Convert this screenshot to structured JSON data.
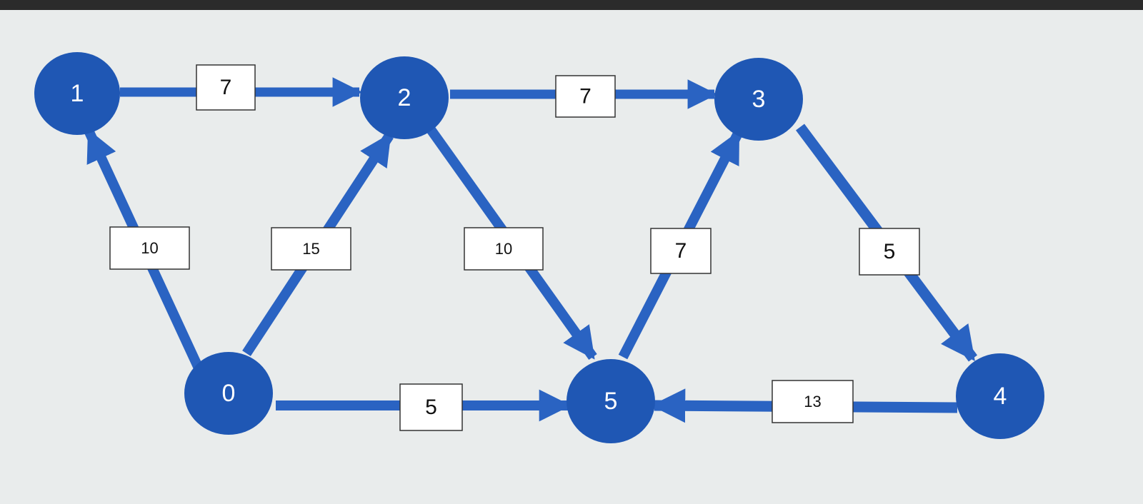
{
  "colors": {
    "node_fill": "#1f57b4",
    "edge": "#2a63c2",
    "box_border": "#333333",
    "box_fill": "#ffffff",
    "background": "#e9ecec"
  },
  "nodes": [
    {
      "id": "1",
      "label": "1"
    },
    {
      "id": "2",
      "label": "2"
    },
    {
      "id": "3",
      "label": "3"
    },
    {
      "id": "0",
      "label": "0"
    },
    {
      "id": "5",
      "label": "5"
    },
    {
      "id": "4",
      "label": "4"
    }
  ],
  "edges": [
    {
      "from": "1",
      "to": "2",
      "weight": "7"
    },
    {
      "from": "2",
      "to": "3",
      "weight": "7"
    },
    {
      "from": "0",
      "to": "1",
      "weight": "10"
    },
    {
      "from": "0",
      "to": "2",
      "weight": "15"
    },
    {
      "from": "2",
      "to": "5",
      "weight": "10"
    },
    {
      "from": "5",
      "to": "3",
      "weight": "7"
    },
    {
      "from": "3",
      "to": "4",
      "weight": "5"
    },
    {
      "from": "0",
      "to": "5",
      "weight": "5"
    },
    {
      "from": "4",
      "to": "5",
      "weight": "13"
    }
  ]
}
